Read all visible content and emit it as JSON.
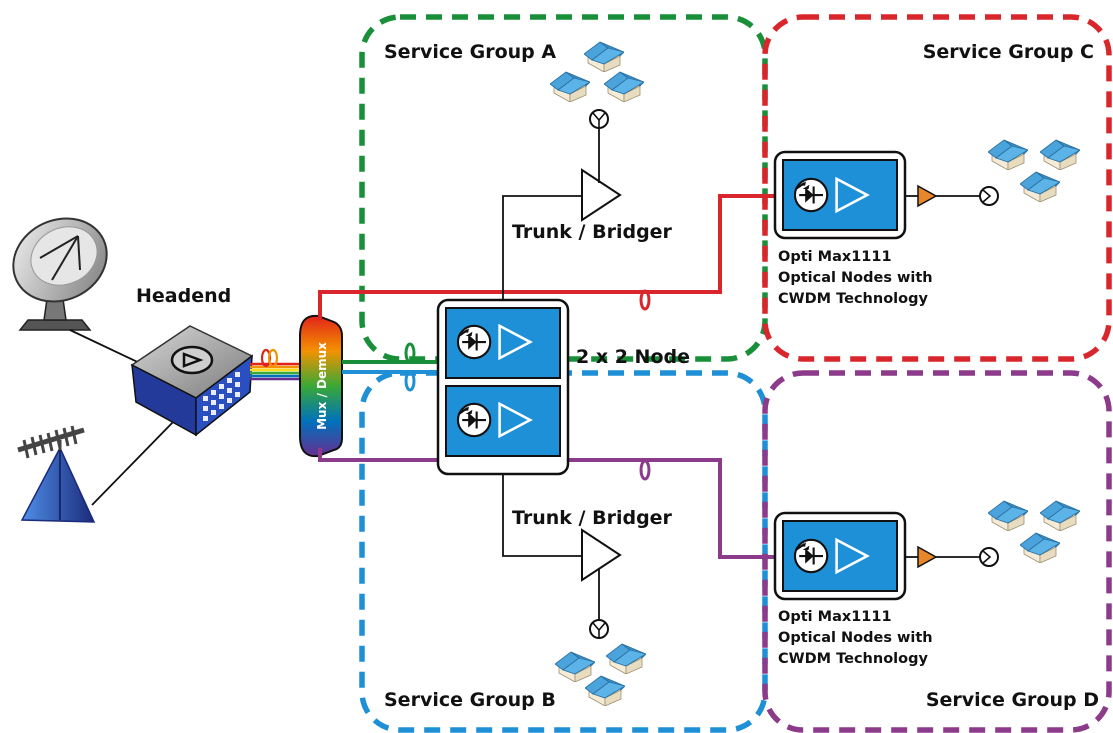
{
  "diagram": {
    "headend_label": "Headend",
    "mux_label": "Mux / Demux",
    "node_2x2_label": "2 x 2 Node",
    "trunk_labels": [
      "Trunk / Bridger",
      "Trunk / Bridger"
    ],
    "service_groups": [
      {
        "label": "Service Group A",
        "color": "#1a8f3a"
      },
      {
        "label": "Service Group B",
        "color": "#1f8fd6"
      },
      {
        "label": "Service Group C",
        "color": "#d9262c"
      },
      {
        "label": "Service Group D",
        "color": "#8c3a8a"
      }
    ],
    "optical_nodes": [
      {
        "name": "Opti Max1111",
        "line2": "Optical Nodes with",
        "line3": "CWDM Technology"
      },
      {
        "name": "Opti Max1111",
        "line2": "Optical Nodes with",
        "line3": "CWDM Technology"
      }
    ],
    "icons": [
      "satellite-dish-icon",
      "antenna-tower-icon",
      "headend-building-icon",
      "house-icon",
      "amplifier-icon",
      "tap-icon",
      "optical-node-icon",
      "fiber-loop-icon"
    ],
    "colors": {
      "node_blue": "#1e90d8",
      "fiber_red": "#d9262c",
      "fiber_green": "#1a8f3a",
      "fiber_blue": "#1f8fd6",
      "fiber_purple": "#8c3a8a",
      "house_roof": "#4ba3dc",
      "amp_orange": "#e8862a"
    }
  }
}
